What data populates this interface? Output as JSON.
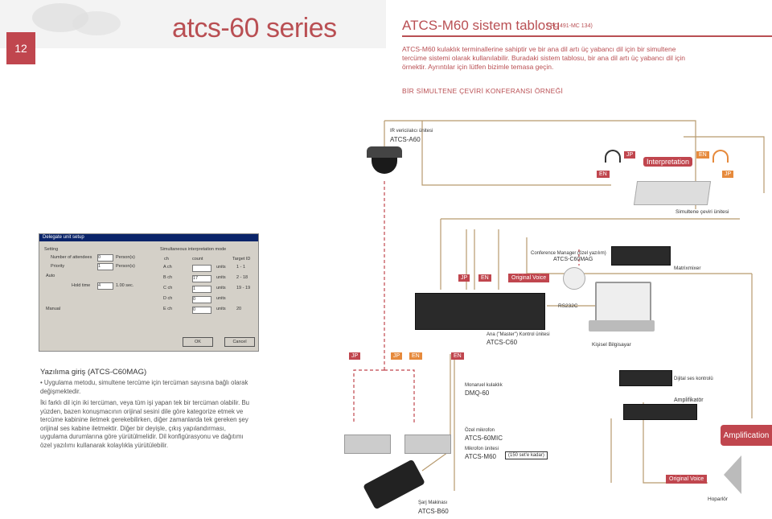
{
  "page": {
    "number": "12",
    "series": "atcs-60 series"
  },
  "header": {
    "title": "ATCS-M60 sistem tablosu",
    "subtitle": "( PC 491-MC 134)"
  },
  "intro": "ATCS-M60 kulaklık terminallerine sahiptir ve bir ana dil artı üç yabancı dil için bir simultene tercüme sistemi olarak kullanılabilir. Buradaki sistem tablosu, bir ana dil artı üç yabancı dil için örnektir. Ayrıntılar için lütfen bizimle temasa geçin.",
  "example_heading": "BİR SİMULTENE ÇEVİRİ KONFERANSI ÖRNEĞİ",
  "devices": {
    "ir_label": "IR verici/alıcı ünitesi",
    "ir_model": "ATCS-A60",
    "interp_unit": "Simultene çeviri ünitesi",
    "interpretation": "Interpretation",
    "conf_manager_label": "Conference Manager (özel yazılım)",
    "conf_manager_model": "ATCS-C60MAG",
    "matrixmixer": "Matrixmixer",
    "original_voice": "Original Voice",
    "rs232c": "RS232C",
    "master_label": "Ana (\"Master\") Kontrol ünitesi",
    "master_model": "ATCS-C60",
    "pc": "Kişisel Bilgisayar",
    "mono_label": "Monaruel kulaklık",
    "mono_model": "DMQ-60",
    "mic_label": "Özel mikrofon",
    "mic_model": "ATCS-60MIC",
    "micunit_label": "Mikrofon ünitesi",
    "micunit_model": "ATCS-M60",
    "micunit_note": "(150 set'e kadar)",
    "digital_ctrl": "Dijital ses kontrolü",
    "amplifier": "Amplifikatör",
    "amplification": "Amplification",
    "original_voice2": "Original Voice",
    "speaker": "Hoparlör",
    "charger_label": "Şarj Makinası",
    "charger_model": "ATCS-B60"
  },
  "tags": {
    "jp": "JP",
    "en": "EN"
  },
  "window": {
    "title": "Delegate unit setup",
    "setting": "Setting",
    "attendees": "Number of attendees",
    "attendees_val": "0",
    "persons1": "Person(s)",
    "priority": "Priority",
    "priority_val": "1",
    "persons2": "Person(s)",
    "auto": "Auto",
    "hold": "Hold time",
    "hold_val": "4",
    "sec": "1.00 sec.",
    "manual": "Manual",
    "sim_mode": "Simultaneous interpretation mode",
    "col_ch": "ch",
    "col_count": "count",
    "col_target": "Target ID",
    "rows": [
      {
        "ch": "A ch",
        "count": "",
        "units": "units",
        "tid": "1 - 1"
      },
      {
        "ch": "B ch",
        "count": "17",
        "units": "units",
        "tid": "2 - 18"
      },
      {
        "ch": "C ch",
        "count": "1",
        "units": "units",
        "tid": "19 - 19"
      },
      {
        "ch": "D ch",
        "count": "0",
        "units": "units",
        "tid": ""
      },
      {
        "ch": "E ch",
        "count": "0",
        "units": "units",
        "tid": "20"
      }
    ],
    "ok": "OK",
    "cancel": "Cancel"
  },
  "software": {
    "title": "Yazılıma giriş (ATCS-C60MAG)",
    "bullet": "• Uygulama metodu, simultene tercüme için tercüman sayısına bağlı olarak değişmektedir.",
    "para": "İki farklı dil için iki tercüman, veya tüm işi yapan tek bir tercüman olabilir. Bu yüzden, bazen konuşmacının orijinal sesini dile göre kategorize etmek ve tercüme kabinine iletmek gerekebilirken, diğer zamanlarda tek gereken şey orijinal ses kabine iletmektir. Diğer bir deyişle, çıkış yapılandırması, uygulama durumlarına göre yürütülmelidir. Dil konfigürasyonu ve dağıtımı özel yazılımı kullanarak kolaylıkla yürütülebilir."
  },
  "colors": {
    "accent": "#b94f53",
    "wire_red": "#c0464e",
    "wire_tan": "#b79a6e"
  }
}
